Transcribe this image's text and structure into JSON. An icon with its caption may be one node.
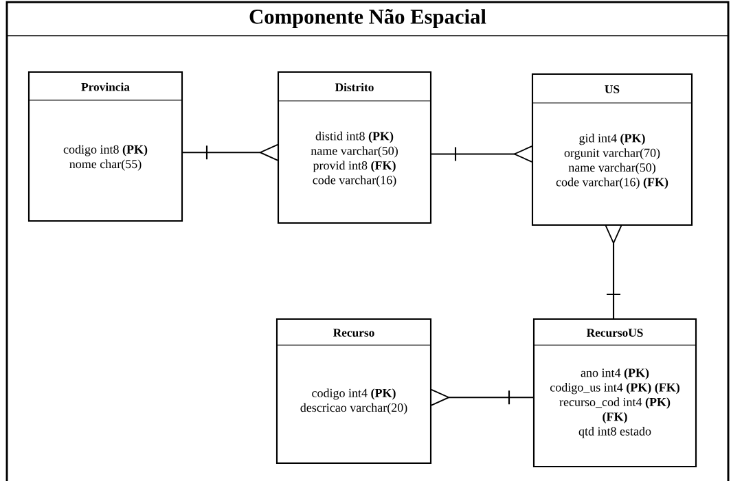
{
  "diagram": {
    "title": "Componente Não Espacial",
    "nodes": [
      {
        "text": [
          "Provincia",
          "codigo int8 **(PK)**",
          "nome char(55)"
        ]
      },
      {
        "text": [
          "Distrito",
          "distid int8 **(PK)**",
          "name varchar(50)",
          "provid int8 **(FK)**",
          "code varchar(16)"
        ]
      },
      {
        "text": [
          "US",
          "gid int4 **(PK)**",
          "orgunit varchar(70)",
          "name varchar(50)",
          "code varchar(16) **(FK)**"
        ]
      },
      {
        "text": [
          "Recurso",
          "codigo int4 **(PK)**",
          "descricao varchar(20)"
        ]
      },
      {
        "text": [
          "RecursoUS",
          "ano int4 **(PK)**",
          "codigo_us int4 **(PK) (FK)**",
          "recurso_cod int4 **(PK) (FK)**",
          "qtd int8 estado"
        ]
      }
    ],
    "edges": [
      {
        "from": 0,
        "to": 1,
        "arrow": "other"
      },
      {
        "from": 1,
        "to": 2,
        "arrow": "other"
      },
      {
        "from": 4,
        "to": 2,
        "arrow": "other"
      },
      {
        "from": 4,
        "to": 3,
        "arrow": "other"
      }
    ]
  }
}
